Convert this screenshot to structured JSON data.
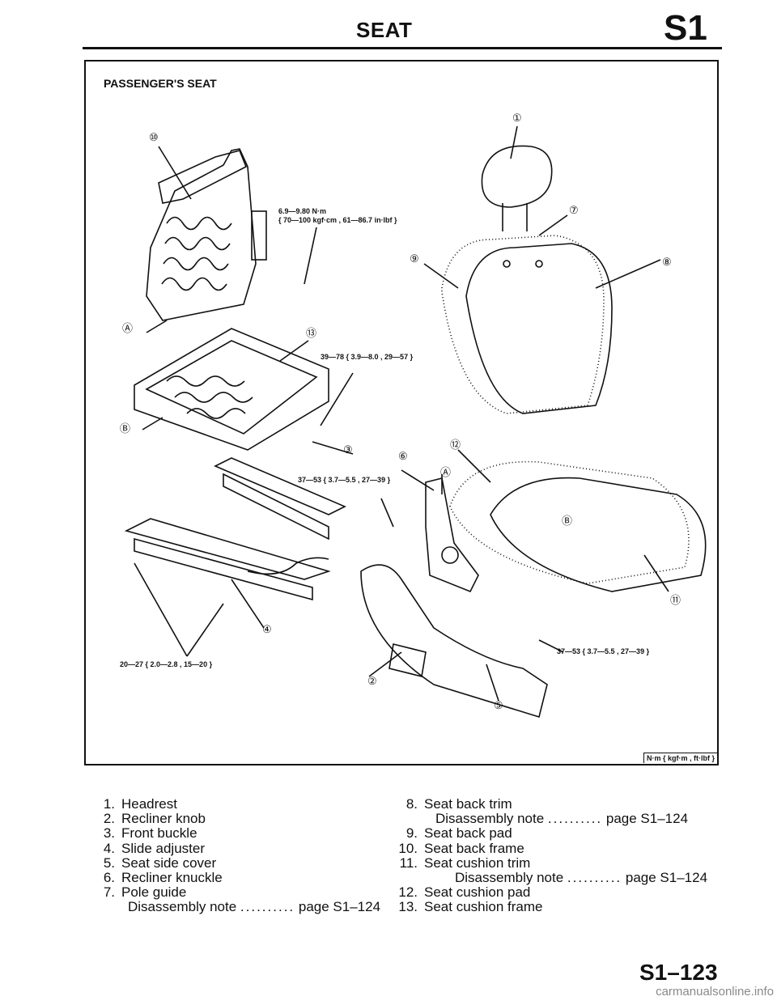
{
  "header": {
    "title": "SEAT",
    "section": "S1"
  },
  "figure": {
    "title": "PASSENGER'S SEAT",
    "unit_note": "N·m { kgf·m , ft·lbf }",
    "callouts": [
      "①",
      "②",
      "③",
      "④",
      "⑤",
      "⑥",
      "⑦",
      "⑧",
      "⑨",
      "⑩",
      "⑪",
      "⑫",
      "⑬",
      "Ⓐ",
      "Ⓑ"
    ],
    "torques": {
      "t1a": "6.9—9.80 N·m",
      "t1b": "{ 70—100 kgf·cm , 61—86.7 in·lbf }",
      "t2": "39—78 { 3.9—8.0 , 29—57 }",
      "t3": "37—53 { 3.7—5.5 , 27—39 }",
      "t4": "37—53 { 3.7—5.5 , 27—39 }",
      "t5": "20—27 { 2.0—2.8 , 15—20 }"
    }
  },
  "legend_left": [
    {
      "num": "1.",
      "label": "Headrest"
    },
    {
      "num": "2.",
      "label": "Recliner knob"
    },
    {
      "num": "3.",
      "label": "Front buckle"
    },
    {
      "num": "4.",
      "label": "Slide adjuster"
    },
    {
      "num": "5.",
      "label": "Seat side cover"
    },
    {
      "num": "6.",
      "label": "Recliner knuckle"
    },
    {
      "num": "7.",
      "label": "Pole guide"
    }
  ],
  "legend_left_note": {
    "text": "Disassembly note",
    "dots": "..........",
    "page": "page S1–124"
  },
  "legend_right": [
    {
      "num": "8.",
      "label": "Seat back trim"
    }
  ],
  "legend_right_note1": {
    "text": "Disassembly note",
    "dots": "..........",
    "page": "page S1–124"
  },
  "legend_right_mid": [
    {
      "num": "9.",
      "label": "Seat back pad"
    },
    {
      "num": "10.",
      "label": "Seat back frame"
    },
    {
      "num": "11.",
      "label": "Seat cushion trim"
    }
  ],
  "legend_right_note2": {
    "text": "Disassembly note",
    "dots": "..........",
    "page": "page S1–124"
  },
  "legend_right_end": [
    {
      "num": "12.",
      "label": "Seat cushion pad"
    },
    {
      "num": "13.",
      "label": "Seat cushion frame"
    }
  ],
  "footer": {
    "page": "S1–123",
    "watermark": "carmanualsonline.info"
  }
}
